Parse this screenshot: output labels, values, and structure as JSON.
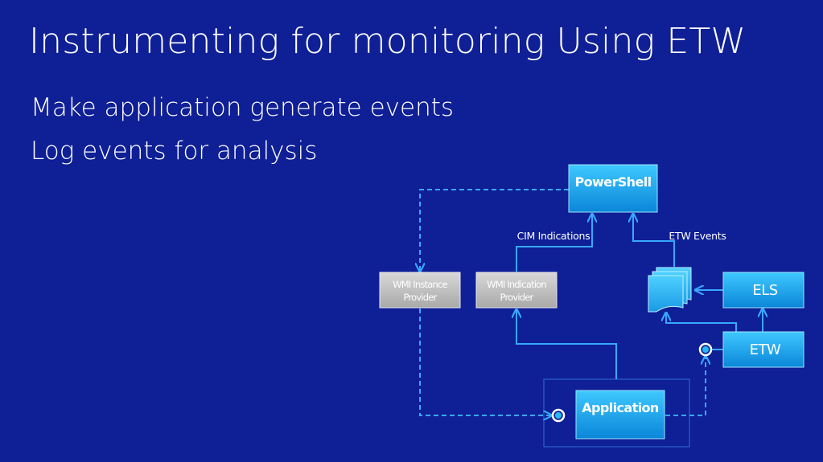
{
  "slide": {
    "title": "Instrumenting for monitoring Using ETW",
    "bullets": [
      "Make application generate events",
      "Log events for analysis"
    ]
  },
  "diagram": {
    "powershell": "PowerShell",
    "wmi_instance_provider": [
      "WMI Instance",
      "Provider"
    ],
    "wmi_indication_provider": [
      "WMI  Indication",
      "Provider"
    ],
    "els": "ELS",
    "etw": "ETW",
    "application": "Application",
    "cim_indications": "CIM Indications",
    "etw_events": "ETW Events"
  },
  "colors": {
    "background": "#0f1f96",
    "connector": "#39a8ff",
    "box_blue": "#14a0e8",
    "box_gray": "#c7c7c7"
  }
}
